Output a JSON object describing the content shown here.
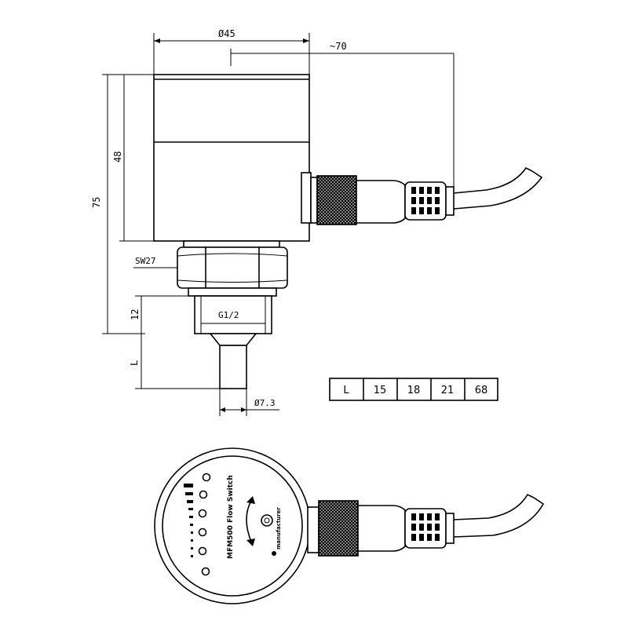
{
  "dimensions": {
    "width_top": "Ø45",
    "cable_length": "~70",
    "height_body": "48",
    "height_total": "75",
    "wrench": "SW27",
    "thread": "G1/2",
    "thread_len": "12",
    "probe_len": "L",
    "probe_dia": "Ø7.3"
  },
  "length_table": {
    "header": "L",
    "values": [
      "15",
      "18",
      "21",
      "68"
    ]
  },
  "front_view": {
    "product_label": "MFM500 Flow Switch",
    "brand_label": "manufacturer"
  }
}
